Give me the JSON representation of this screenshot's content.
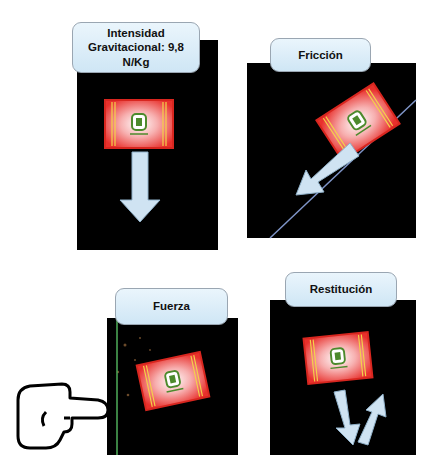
{
  "diagram": {
    "nodes": [
      {
        "text": [
          "Intensidad Gravitacional: 9,8 N/Kg"
        ]
      },
      {
        "text": [
          "Fricción"
        ]
      },
      {
        "text": [
          "Fuerza"
        ]
      },
      {
        "text": [
          "Restitución"
        ]
      }
    ]
  }
}
